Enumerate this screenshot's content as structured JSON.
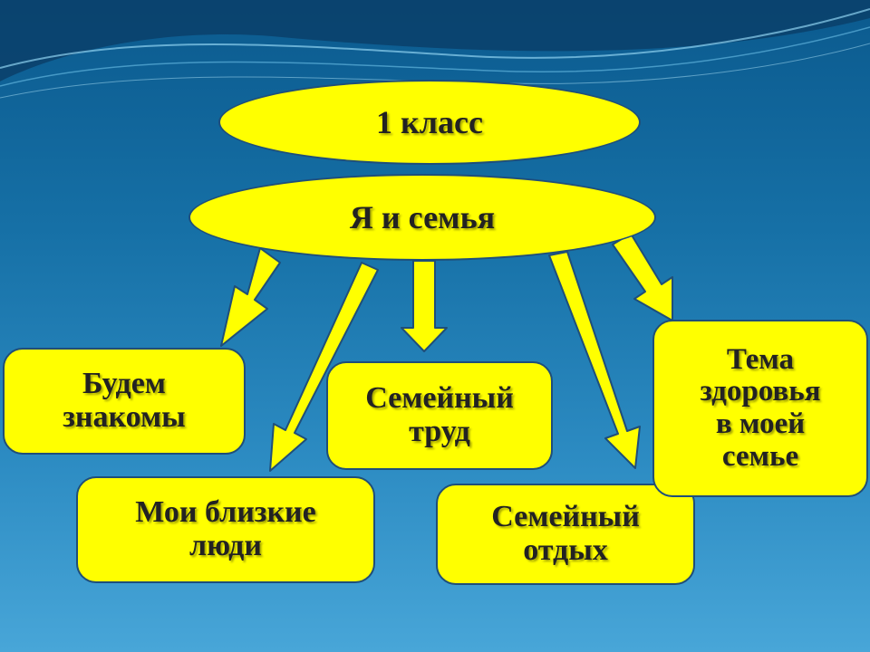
{
  "diagram": {
    "grade": "1 класс",
    "topic": "Я и семья",
    "boxes": {
      "budem_znakomy": "Будем\nзнакомы",
      "moi_blizkie_lyudi": "Мои близкие\nлюди",
      "semeyny_trud": "Семейный\nтруд",
      "semeyny_otdykh": "Семейный\nотдых",
      "tema_zdorovya": "Тема\nздоровья\nв моей\nсемье"
    }
  },
  "colors": {
    "shape_fill": "#ffff00",
    "shape_outline": "#1f4e79",
    "text": "#222222",
    "background_top": "#0b5a8e",
    "background_bottom": "#48a6d8"
  }
}
